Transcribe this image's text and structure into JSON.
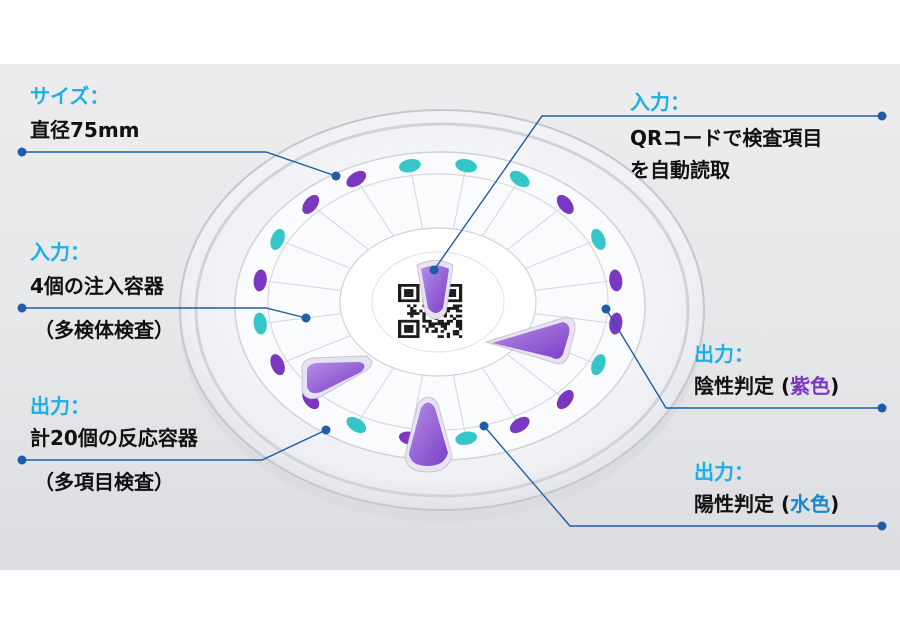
{
  "colors": {
    "heading": "#1eaee8",
    "text": "#111111",
    "leader_line": "#1f5da6",
    "purple_reagent": "#7b36c2",
    "cyan_reagent": "#34c6c9",
    "negative_accent": "#7b36c2",
    "positive_accent": "#1b85d0"
  },
  "callouts": {
    "size": {
      "heading": "サイズ：",
      "line1": "直径75mm"
    },
    "input_injection": {
      "heading": "入力：",
      "line1": "4個の注入容器",
      "line2": "（多検体検査）"
    },
    "output_reaction": {
      "heading": "出力：",
      "line1": "計20個の反応容器",
      "line2": "（多項目検査）"
    },
    "input_qr": {
      "heading": "入力：",
      "line1": "QRコードで検査項目",
      "line2": "を自動読取"
    },
    "output_negative": {
      "heading": "出力：",
      "prefix": "陰性判定 (",
      "accent": "紫色",
      "suffix": ")"
    },
    "output_positive": {
      "heading": "出力：",
      "prefix": "陽性判定 (",
      "accent": "水色",
      "suffix": ")"
    }
  },
  "device": {
    "injection_containers": 4,
    "reaction_containers": 20,
    "reaction_pattern": [
      "cyan",
      "cyan",
      "purple",
      "cyan",
      "purple",
      "purple",
      "cyan",
      "purple",
      "purple",
      "cyan",
      "purple",
      "cyan",
      "purple",
      "purple",
      "cyan",
      "purple",
      "cyan",
      "purple",
      "purple",
      "cyan"
    ]
  }
}
